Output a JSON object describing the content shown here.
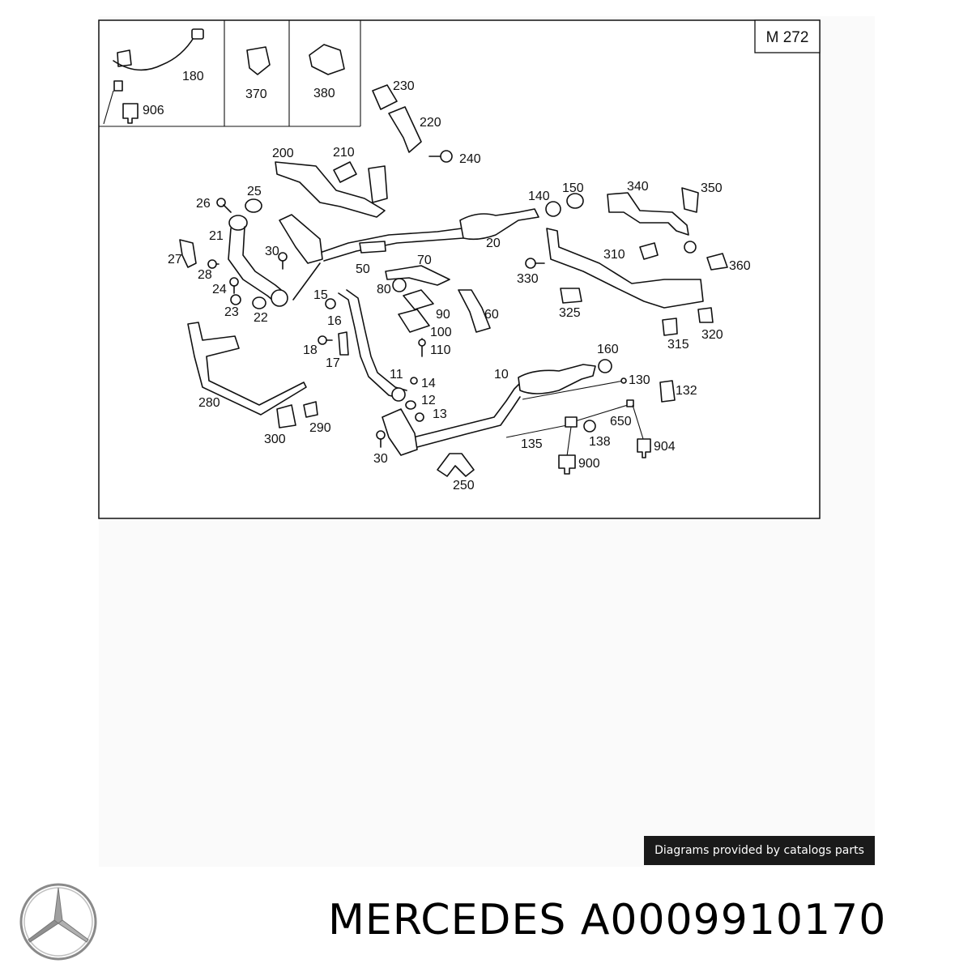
{
  "engine_label": "M 272",
  "parts": [
    {
      "id": "p180",
      "label": "180"
    },
    {
      "id": "p906",
      "label": "906"
    },
    {
      "id": "p370",
      "label": "370"
    },
    {
      "id": "p380",
      "label": "380"
    },
    {
      "id": "p230",
      "label": "230"
    },
    {
      "id": "p220",
      "label": "220"
    },
    {
      "id": "p240",
      "label": "240"
    },
    {
      "id": "p200",
      "label": "200"
    },
    {
      "id": "p210",
      "label": "210"
    },
    {
      "id": "p26",
      "label": "26"
    },
    {
      "id": "p25",
      "label": "25"
    },
    {
      "id": "p21",
      "label": "21"
    },
    {
      "id": "p30a",
      "label": "30"
    },
    {
      "id": "p27",
      "label": "27"
    },
    {
      "id": "p28",
      "label": "28"
    },
    {
      "id": "p24",
      "label": "24"
    },
    {
      "id": "p23",
      "label": "23"
    },
    {
      "id": "p22",
      "label": "22"
    },
    {
      "id": "p140",
      "label": "140"
    },
    {
      "id": "p150",
      "label": "150"
    },
    {
      "id": "p20",
      "label": "20"
    },
    {
      "id": "p340",
      "label": "340"
    },
    {
      "id": "p350",
      "label": "350"
    },
    {
      "id": "p50",
      "label": "50"
    },
    {
      "id": "p70",
      "label": "70"
    },
    {
      "id": "p80",
      "label": "80"
    },
    {
      "id": "p15",
      "label": "15"
    },
    {
      "id": "p16",
      "label": "16"
    },
    {
      "id": "p90",
      "label": "90"
    },
    {
      "id": "p60",
      "label": "60"
    },
    {
      "id": "p100",
      "label": "100"
    },
    {
      "id": "p110",
      "label": "110"
    },
    {
      "id": "p18",
      "label": "18"
    },
    {
      "id": "p17",
      "label": "17"
    },
    {
      "id": "p310",
      "label": "310"
    },
    {
      "id": "p330",
      "label": "330"
    },
    {
      "id": "p360",
      "label": "360"
    },
    {
      "id": "p325",
      "label": "325"
    },
    {
      "id": "p320",
      "label": "320"
    },
    {
      "id": "p315",
      "label": "315"
    },
    {
      "id": "p160",
      "label": "160"
    },
    {
      "id": "p10",
      "label": "10"
    },
    {
      "id": "p130",
      "label": "130"
    },
    {
      "id": "p132",
      "label": "132"
    },
    {
      "id": "p11",
      "label": "11"
    },
    {
      "id": "p14",
      "label": "14"
    },
    {
      "id": "p12",
      "label": "12"
    },
    {
      "id": "p13",
      "label": "13"
    },
    {
      "id": "p280",
      "label": "280"
    },
    {
      "id": "p290",
      "label": "290"
    },
    {
      "id": "p300",
      "label": "300"
    },
    {
      "id": "p30b",
      "label": "30"
    },
    {
      "id": "p650",
      "label": "650"
    },
    {
      "id": "p135",
      "label": "135"
    },
    {
      "id": "p138",
      "label": "138"
    },
    {
      "id": "p904",
      "label": "904"
    },
    {
      "id": "p900",
      "label": "900"
    },
    {
      "id": "p250",
      "label": "250"
    }
  ],
  "credit_text": "Diagrams provided by catalogs parts",
  "brand": "MERCEDES",
  "part_number": "A0009910170",
  "footer_title": "MERCEDES A0009910170"
}
